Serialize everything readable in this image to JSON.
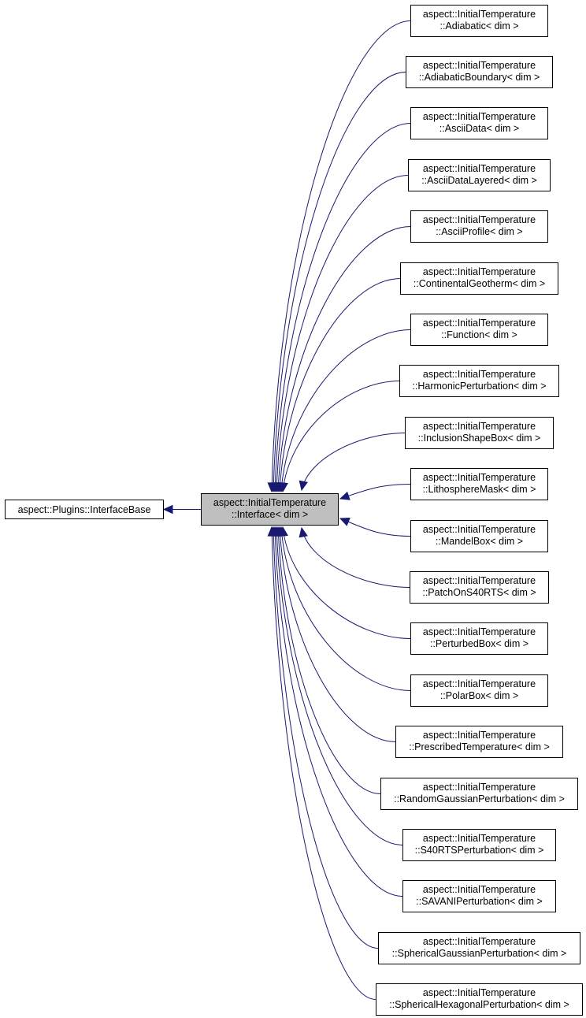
{
  "diagram": {
    "base_class": {
      "label": "aspect::Plugins::InterfaceBase"
    },
    "interface_class": {
      "line1": "aspect::InitialTemperature",
      "line2": "::Interface< dim >"
    },
    "derived_classes": [
      {
        "line1": "aspect::InitialTemperature",
        "line2": "::Adiabatic< dim >"
      },
      {
        "line1": "aspect::InitialTemperature",
        "line2": "::AdiabaticBoundary< dim >"
      },
      {
        "line1": "aspect::InitialTemperature",
        "line2": "::AsciiData< dim >"
      },
      {
        "line1": "aspect::InitialTemperature",
        "line2": "::AsciiDataLayered< dim >"
      },
      {
        "line1": "aspect::InitialTemperature",
        "line2": "::AsciiProfile< dim >"
      },
      {
        "line1": "aspect::InitialTemperature",
        "line2": "::ContinentalGeotherm< dim >"
      },
      {
        "line1": "aspect::InitialTemperature",
        "line2": "::Function< dim >"
      },
      {
        "line1": "aspect::InitialTemperature",
        "line2": "::HarmonicPerturbation< dim >"
      },
      {
        "line1": "aspect::InitialTemperature",
        "line2": "::InclusionShapeBox< dim >"
      },
      {
        "line1": "aspect::InitialTemperature",
        "line2": "::LithosphereMask< dim >"
      },
      {
        "line1": "aspect::InitialTemperature",
        "line2": "::MandelBox< dim >"
      },
      {
        "line1": "aspect::InitialTemperature",
        "line2": "::PatchOnS40RTS< dim >"
      },
      {
        "line1": "aspect::InitialTemperature",
        "line2": "::PerturbedBox< dim >"
      },
      {
        "line1": "aspect::InitialTemperature",
        "line2": "::PolarBox< dim >"
      },
      {
        "line1": "aspect::InitialTemperature",
        "line2": "::PrescribedTemperature< dim >"
      },
      {
        "line1": "aspect::InitialTemperature",
        "line2": "::RandomGaussianPerturbation< dim >"
      },
      {
        "line1": "aspect::InitialTemperature",
        "line2": "::S40RTSPerturbation< dim >"
      },
      {
        "line1": "aspect::InitialTemperature",
        "line2": "::SAVANIPerturbation< dim >"
      },
      {
        "line1": "aspect::InitialTemperature",
        "line2": "::SphericalGaussianPerturbation< dim >"
      },
      {
        "line1": "aspect::InitialTemperature",
        "line2": "::SphericalHexagonalPerturbation< dim >"
      }
    ],
    "colors": {
      "edge": "#191970",
      "focus_fill": "#bfbfbf",
      "node_fill": "#ffffff",
      "node_border": "#000000"
    }
  }
}
